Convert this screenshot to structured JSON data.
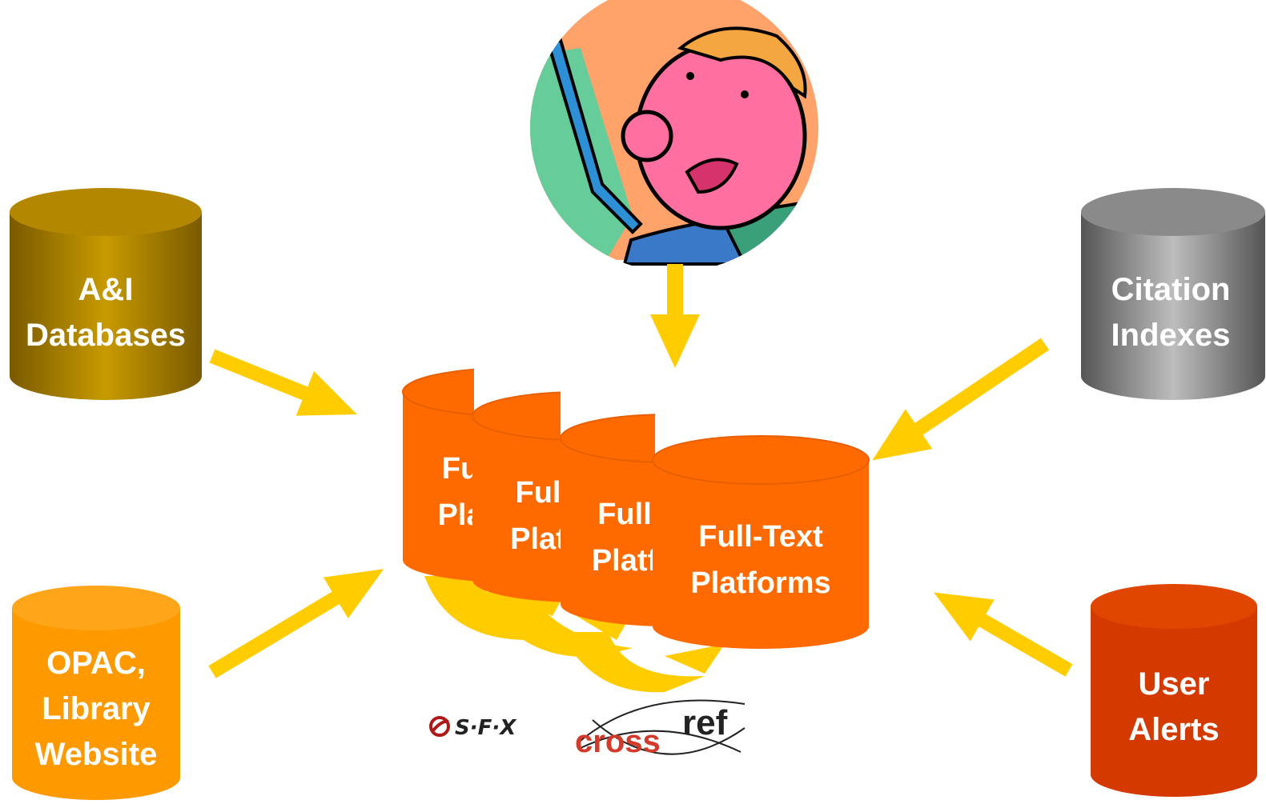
{
  "sources": {
    "ai_databases": {
      "line1": "A&I",
      "line2": "Databases",
      "color": "#9a7400"
    },
    "citation_indexes": {
      "line1": "Citation",
      "line2": "Indexes",
      "color": "#7a7a7a"
    },
    "opac": {
      "line1": "OPAC,",
      "line2": "Library",
      "line3": "Website",
      "color": "#ff9900"
    },
    "user_alerts": {
      "line1": "User",
      "line2": "Alerts",
      "color": "#d43a00"
    }
  },
  "platforms": {
    "color": "#ff6a00",
    "cyl1": {
      "line1": "Fu",
      "line2": "Pla"
    },
    "cyl2": {
      "line1": "Ful",
      "line2": "Plat"
    },
    "cyl3": {
      "line1": "Full",
      "line2": "Platf"
    },
    "cyl4": {
      "line1": "Full-Text",
      "line2": "Platforms"
    }
  },
  "logos": {
    "sfx": "S·F·X",
    "crossref_left": "cross",
    "crossref_right": "ref"
  },
  "colors": {
    "arrow": "#ffcc00",
    "skin": "#ff6fa0",
    "bg_orange": "#ffa36a",
    "bg_green": "#66cc99"
  }
}
